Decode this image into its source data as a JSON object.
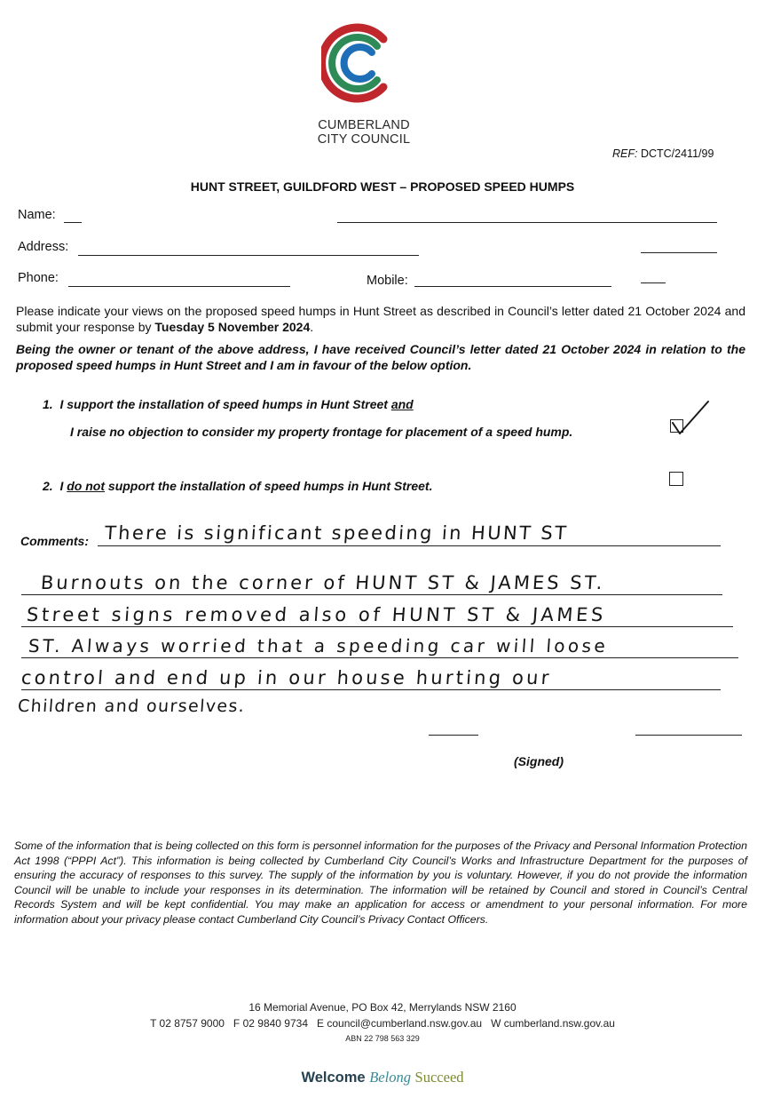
{
  "header": {
    "org_line1": "CUMBERLAND",
    "org_line2": "CITY COUNCIL",
    "ref_label": "REF:",
    "ref_value": "DCTC/2411/99",
    "title": "HUNT STREET, GUILDFORD WEST – PROPOSED SPEED HUMPS"
  },
  "fields": {
    "name_label": "Name:",
    "address_label": "Address:",
    "phone_label": "Phone:",
    "mobile_label": "Mobile:"
  },
  "instructions": {
    "text": "Please indicate your views on the proposed speed humps in Hunt Street as described in Council’s letter dated 21 October 2024 and submit your response by ",
    "deadline": "Tuesday 5 November 2024",
    "end": "."
  },
  "declaration": "Being the owner or tenant of the above address, I have received Council’s letter dated 21 October 2024 in relation to the proposed speed humps in Hunt Street and I am in favour of the below option.",
  "options": [
    {
      "number": "1.",
      "text_a": "I support the installation of speed humps in Hunt Street ",
      "text_and": "and",
      "text_b": "I raise no objection to consider my property frontage for placement of a speed hump.",
      "checked": true
    },
    {
      "number": "2.",
      "text_pre": "I ",
      "text_not": "do not",
      "text_post": " support the installation of speed humps in Hunt Street.",
      "checked": false
    }
  ],
  "comments": {
    "label": "Comments:",
    "lines": [
      "There is significant speeding in HUNT ST",
      "Burnouts on the corner of HUNT ST & JAMES ST.",
      "Street signs removed also of HUNT ST & JAMES",
      "ST. Always worried that a speeding car will loose",
      "control and end up in our house hurting our",
      "Children and ourselves."
    ]
  },
  "signed_label": "(Signed)",
  "privacy": "Some of the information that is being collected on this form is personnel information for the purposes of the Privacy and Personal Information Protection Act 1998 (“PPPI Act”). This information is being collected by Cumberland City Council’s Works and Infrastructure Department for the purposes of ensuring the accuracy of responses to this survey. The supply of the information by you is voluntary. However, if you do not provide the information Council will be unable to include your responses in its determination. The information will be retained by Council and stored in Council’s Central Records System and will be kept confidential. You may make an application for access or amendment to your personal information. For more information about your privacy please contact Cumberland City Council’s Privacy Contact Officers.",
  "footer": {
    "address": "16 Memorial Avenue, PO Box 42, Merrylands NSW 2160",
    "contacts": "T 02 8757 9000   F 02 9840 9734   E council@cumberland.nsw.gov.au   W cumberland.nsw.gov.au",
    "abn": "ABN 22 798 563 329",
    "tagline_welcome": "Welcome",
    "tagline_belong": "Belong",
    "tagline_succeed": "Succeed"
  },
  "colors": {
    "logo_red": "#c0272d",
    "logo_green": "#2e8b57",
    "logo_blue": "#1e6fb8",
    "tagline_dark": "#264150",
    "tagline_teal": "#3a8a95",
    "tagline_olive": "#7a8b30"
  }
}
